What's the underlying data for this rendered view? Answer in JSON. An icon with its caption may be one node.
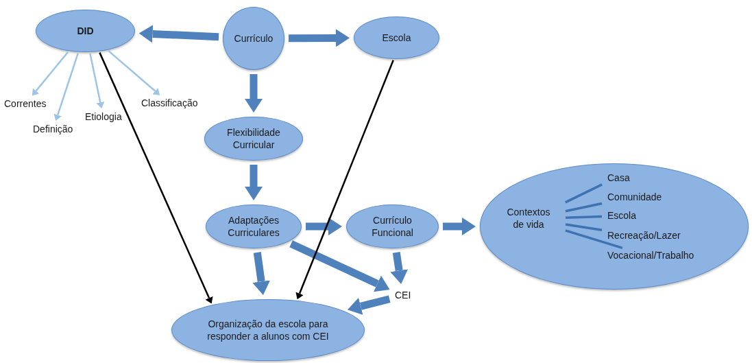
{
  "diagram": {
    "nodes": [
      {
        "text": [
          "DID"
        ]
      },
      {
        "text": [
          "Currículo"
        ]
      },
      {
        "text": [
          "Escola"
        ]
      },
      {
        "text": [
          "Correntes"
        ]
      },
      {
        "text": [
          "Definição"
        ]
      },
      {
        "text": [
          "Etiologia"
        ]
      },
      {
        "text": [
          "Classificação"
        ]
      },
      {
        "text": [
          "Flexibilidade Curricular"
        ]
      },
      {
        "text": [
          "Adaptações Curriculares"
        ]
      },
      {
        "text": [
          "Currículo Funcional"
        ]
      },
      {
        "text": [],
        "shape": "ellipse"
      },
      {
        "text": [
          "Contextos de vida"
        ],
        "in": 10
      },
      {
        "text": [
          "Casa"
        ],
        "in": 10
      },
      {
        "text": [
          "Comunidade"
        ],
        "in": 10
      },
      {
        "text": [
          "Escola"
        ],
        "in": 10
      },
      {
        "text": [
          "Recreação/Lazer"
        ],
        "in": 10
      },
      {
        "text": [
          "Vocacional/Trabalho"
        ],
        "in": 10
      },
      {
        "text": [
          "CEI"
        ]
      },
      {
        "text": [
          "Organização da escola para responder a alunos com CEI"
        ]
      }
    ],
    "edges": [
      {
        "from": 1,
        "to": 0,
        "arrow": "to",
        "style": "thick"
      },
      {
        "from": 1,
        "to": 2,
        "arrow": "to",
        "style": "thick"
      },
      {
        "from": 0,
        "to": 3,
        "arrow": "to",
        "color": "#9dc3e6"
      },
      {
        "from": 0,
        "to": 4,
        "arrow": "to",
        "color": "#9dc3e6"
      },
      {
        "from": 0,
        "to": 5,
        "arrow": "to",
        "color": "#9dc3e6"
      },
      {
        "from": 0,
        "to": 6,
        "arrow": "to",
        "color": "#9dc3e6"
      },
      {
        "from": 1,
        "to": 7,
        "arrow": "to",
        "style": "thick"
      },
      {
        "from": 7,
        "to": 8,
        "arrow": "to",
        "style": "thick"
      },
      {
        "from": 8,
        "to": 9,
        "arrow": "to",
        "style": "thick"
      },
      {
        "from": 9,
        "to": 10,
        "arrow": "to",
        "style": "thick"
      },
      {
        "from": 11,
        "to": 12,
        "arrow": "none",
        "color": "#3f72b0"
      },
      {
        "from": 11,
        "to": 13,
        "arrow": "none",
        "color": "#3f72b0"
      },
      {
        "from": 11,
        "to": 14,
        "arrow": "none",
        "color": "#3f72b0"
      },
      {
        "from": 11,
        "to": 15,
        "arrow": "none",
        "color": "#3f72b0"
      },
      {
        "from": 11,
        "to": 16,
        "arrow": "none",
        "color": "#3f72b0"
      },
      {
        "from": 8,
        "to": 18,
        "arrow": "to",
        "style": "thick"
      },
      {
        "from": 8,
        "to": 17,
        "arrow": "to",
        "style": "thick"
      },
      {
        "from": 9,
        "to": 17,
        "arrow": "to",
        "style": "thick"
      },
      {
        "from": 17,
        "to": 18,
        "arrow": "to",
        "style": "thick"
      },
      {
        "from": 0,
        "to": 18,
        "arrow": "to",
        "color": "#000000"
      },
      {
        "from": 2,
        "to": 18,
        "arrow": "to",
        "color": "#000000"
      }
    ]
  }
}
